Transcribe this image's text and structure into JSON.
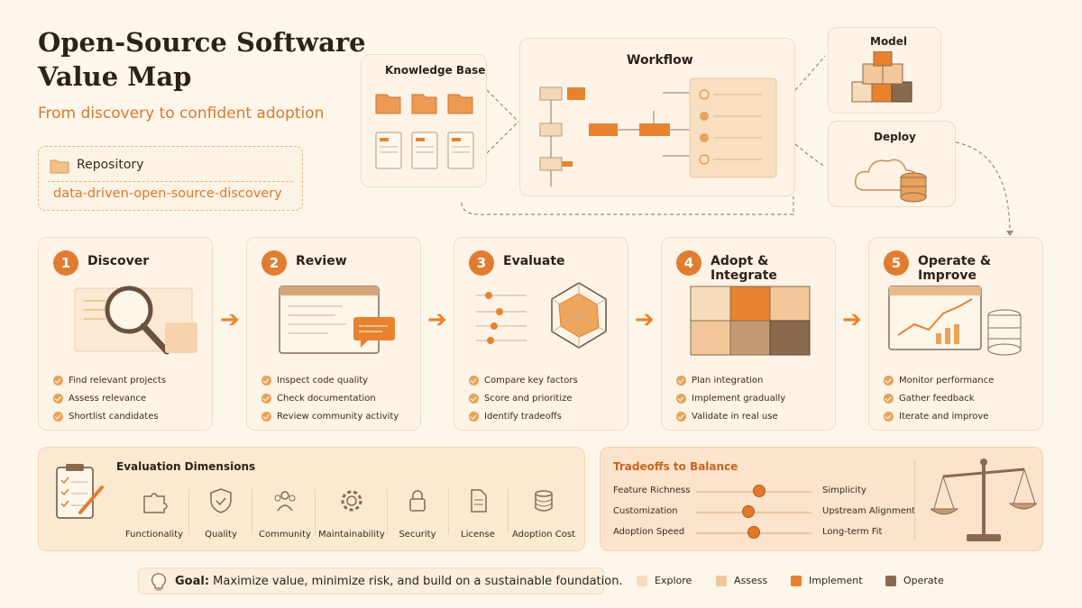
{
  "header": {
    "title": "Open-Source Software Value Map",
    "subtitle": "From discovery to confident adoption"
  },
  "repository": {
    "label": "Repository",
    "name": "data-driven-open-source-discovery"
  },
  "top_cards": {
    "knowledge_base": "Knowledge Base",
    "workflow": "Workflow",
    "model": "Model",
    "deploy": "Deploy"
  },
  "stages": [
    {
      "number": "1",
      "title": "Discover",
      "items": [
        "Find relevant projects",
        "Assess relevance",
        "Shortlist candidates"
      ]
    },
    {
      "number": "2",
      "title": "Review",
      "items": [
        "Inspect code quality",
        "Check documentation",
        "Review community activity"
      ]
    },
    {
      "number": "3",
      "title": "Evaluate",
      "items": [
        "Compare key factors",
        "Score and prioritize",
        "Identify tradeoffs"
      ]
    },
    {
      "number": "4",
      "title": "Adopt & Integrate",
      "items": [
        "Plan integration",
        "Implement gradually",
        "Validate in real use"
      ]
    },
    {
      "number": "5",
      "title": "Operate & Improve",
      "items": [
        "Monitor performance",
        "Gather feedback",
        "Iterate and improve"
      ]
    }
  ],
  "evaluation": {
    "title": "Evaluation Dimensions",
    "dimensions": [
      {
        "label": "Functionality",
        "icon": "puzzle-icon"
      },
      {
        "label": "Quality",
        "icon": "shield-check-icon"
      },
      {
        "label": "Community",
        "icon": "people-icon"
      },
      {
        "label": "Maintainability",
        "icon": "gear-icon"
      },
      {
        "label": "Security",
        "icon": "lock-icon"
      },
      {
        "label": "License",
        "icon": "document-icon"
      },
      {
        "label": "Adoption Cost",
        "icon": "coins-icon"
      }
    ]
  },
  "tradeoffs": {
    "title": "Tradeoffs to Balance",
    "rows": [
      {
        "left": "Feature Richness",
        "right": "Simplicity",
        "level": 0.55
      },
      {
        "left": "Customization",
        "right": "Upstream Alignment",
        "level": 0.45
      },
      {
        "left": "Adoption Speed",
        "right": "Long-term Fit",
        "level": 0.5
      }
    ]
  },
  "goal": {
    "prefix": "Goal:",
    "text": "Maximize value, minimize risk, and build on a sustainable foundation."
  },
  "legend": [
    {
      "label": "Explore",
      "color": "#f7dcbc"
    },
    {
      "label": "Assess",
      "color": "#f3c79a"
    },
    {
      "label": "Implement",
      "color": "#e8822e"
    },
    {
      "label": "Operate",
      "color": "#8a6a4e"
    }
  ],
  "colors": {
    "accent": "#e07d30",
    "background": "#fdf6ea",
    "dark": "#2e2218"
  }
}
